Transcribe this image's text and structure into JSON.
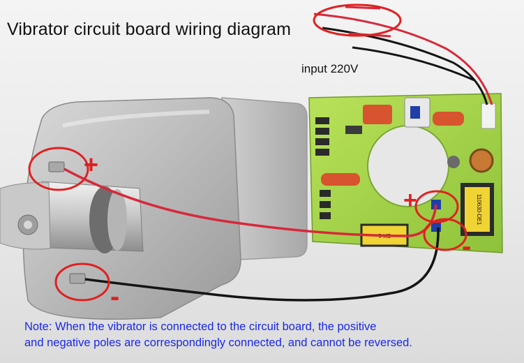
{
  "title": "Vibrator circuit board wiring diagram",
  "input_label": "input 220V",
  "plus_sign": "+",
  "minus_sign": "-",
  "note": {
    "line1": "Note: When the vibrator is connected to the circuit board, the positive",
    "line2": "and negative poles are correspondingly connected, and cannot be reversed."
  },
  "board_markings": {
    "transformer_label": "EX-1",
    "inductor_label": "110630-DE1"
  },
  "colors": {
    "annotation_red": "#e02020",
    "note_blue": "#1a28e6",
    "pcb_green": "#a6d64a",
    "wire_red": "#d8283a",
    "wire_black": "#141414"
  }
}
